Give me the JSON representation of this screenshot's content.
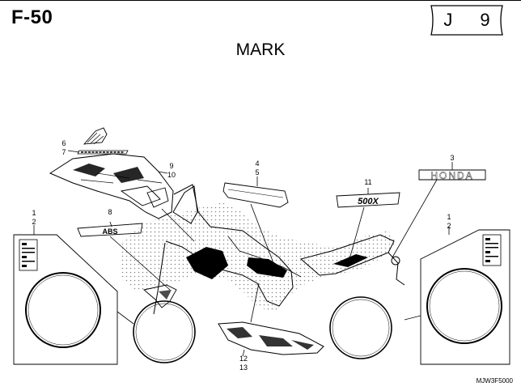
{
  "header": {
    "page_code": "F-50",
    "section_badge": "J 9",
    "title": "MARK"
  },
  "callouts": {
    "c1_left": "1",
    "c2_left": "2",
    "c3": "3",
    "c4": "4",
    "c5": "5",
    "c6": "6",
    "c7": "7",
    "c8": "8",
    "c9": "9",
    "c10": "10",
    "c11": "11",
    "c12": "12",
    "c13": "13",
    "c1_right": "1",
    "c2_right": "2"
  },
  "decal_text": {
    "honda": "HONDA",
    "model": "500X",
    "abs": "ABS"
  },
  "footer": {
    "drawing_code": "MJW3F5000"
  }
}
